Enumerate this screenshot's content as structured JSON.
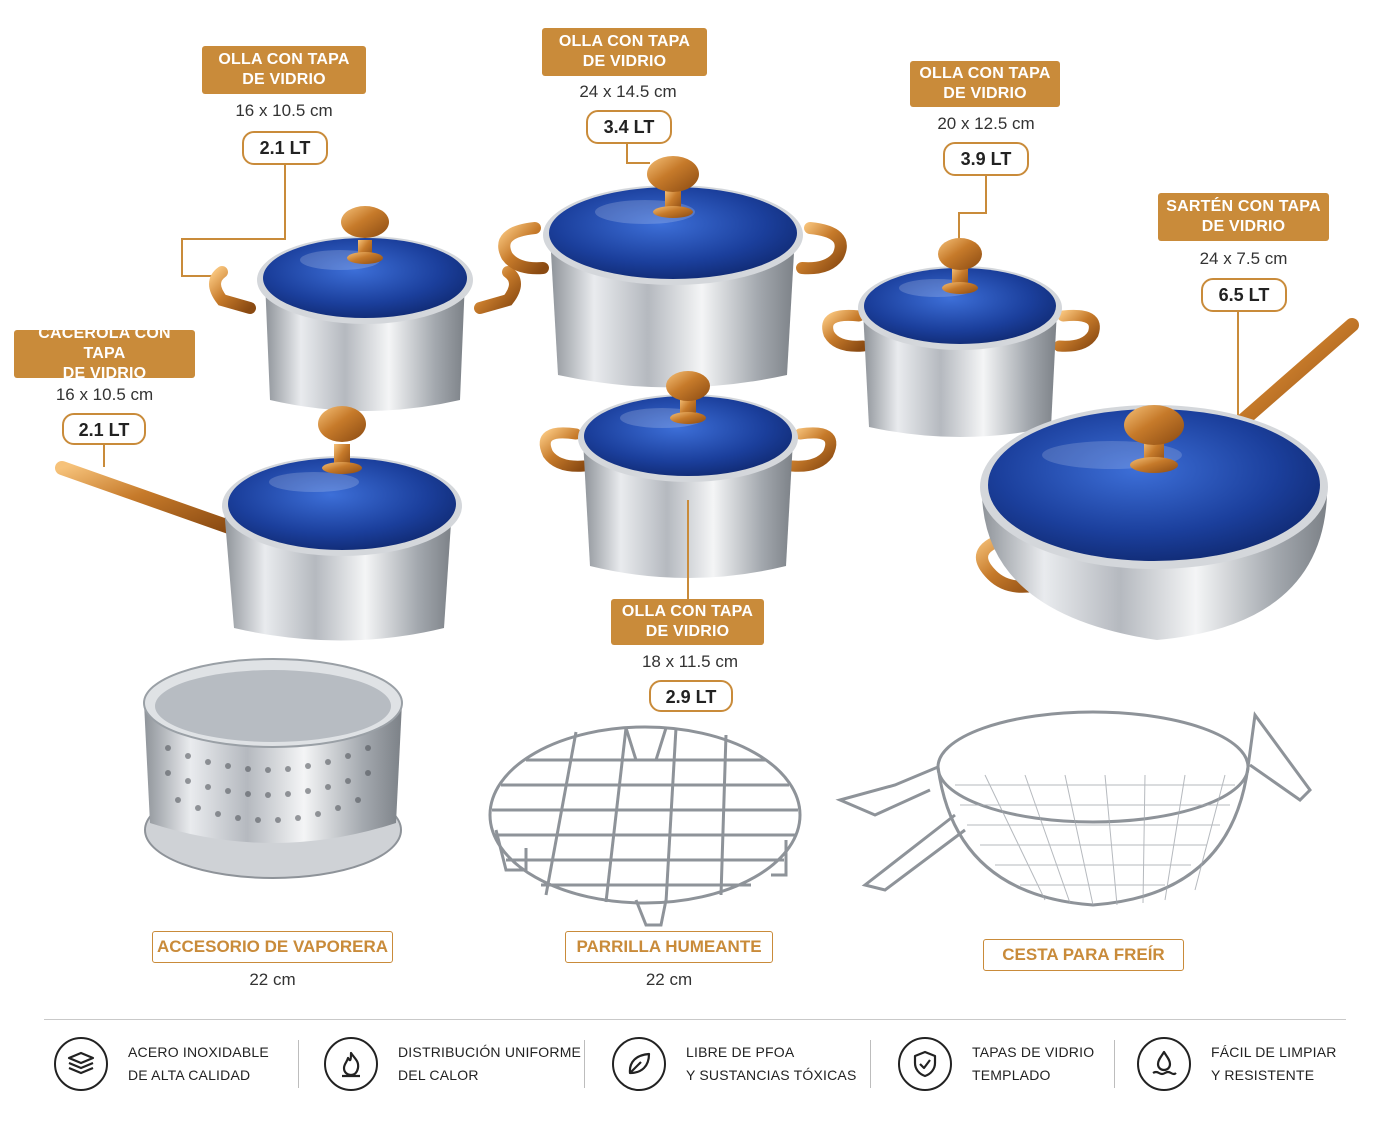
{
  "colors": {
    "accent": "#c98b3a",
    "glass": "#1a3f9a",
    "steel": "#c8ccd1",
    "text": "#2b2b2b"
  },
  "pots": [
    {
      "id": "olla-16",
      "tag": "OLLA CON TAPA\nDE VIDRIO",
      "dims": "16 x 10.5 cm",
      "capacity": "2.1 LT"
    },
    {
      "id": "olla-24",
      "tag": "OLLA CON TAPA\nDE VIDRIO",
      "dims": "24 x 14.5 cm",
      "capacity": "3.4 LT"
    },
    {
      "id": "olla-20",
      "tag": "OLLA CON TAPA\nDE VIDRIO",
      "dims": "20 x 12.5 cm",
      "capacity": "3.9 LT"
    },
    {
      "id": "sarten-24",
      "tag": "SARTÉN CON TAPA\nDE VIDRIO",
      "dims": "24 x 7.5 cm",
      "capacity": "6.5 LT"
    },
    {
      "id": "cacerola-16",
      "tag": "CACEROLA CON TAPA\nDE VIDRIO",
      "dims": "16 x 10.5 cm",
      "capacity": "2.1 LT"
    },
    {
      "id": "olla-18",
      "tag": "OLLA CON TAPA\nDE VIDRIO",
      "dims": "18 x 11.5 cm",
      "capacity": "2.9 LT"
    }
  ],
  "accessories": [
    {
      "label": "ACCESORIO DE VAPORERA",
      "dims": "22 cm"
    },
    {
      "label": "PARRILLA HUMEANTE",
      "dims": "22 cm"
    },
    {
      "label": "CESTA PARA FREÍR",
      "dims": ""
    }
  ],
  "features": [
    {
      "icon": "layers-icon",
      "line1": "ACERO INOXIDABLE",
      "line2": "DE ALTA CALIDAD"
    },
    {
      "icon": "flame-icon",
      "line1": "DISTRIBUCIÓN UNIFORME",
      "line2": "DEL CALOR"
    },
    {
      "icon": "leaf-icon",
      "line1": "LIBRE DE PFOA",
      "line2": "Y SUSTANCIAS TÓXICAS"
    },
    {
      "icon": "shield-check-icon",
      "line1": "TAPAS DE VIDRIO",
      "line2": "TEMPLADO"
    },
    {
      "icon": "water-drop-icon",
      "line1": "FÁCIL DE LIMPIAR",
      "line2": "Y RESISTENTE"
    }
  ]
}
